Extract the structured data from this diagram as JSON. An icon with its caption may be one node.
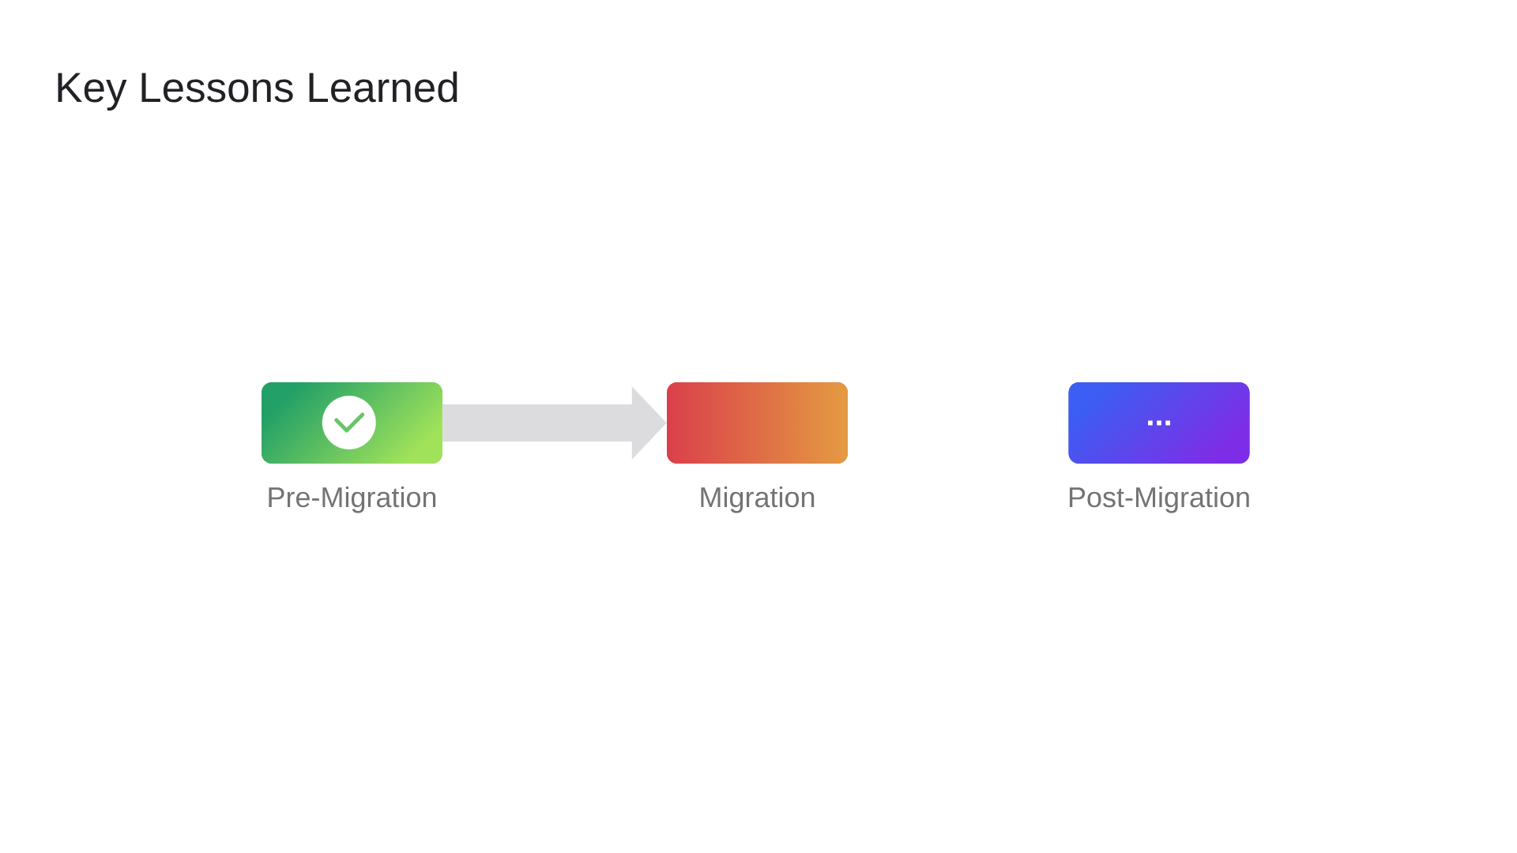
{
  "diagram": {
    "title": "Key Lessons Learned",
    "nodes": [
      {
        "text": [
          "Pre-Migration"
        ]
      },
      {
        "text": [
          "Migration"
        ]
      },
      {
        "text": [
          "...",
          "Post-Migration"
        ]
      }
    ],
    "edges": [
      {
        "from": 0,
        "to": 1,
        "arrow": "to"
      }
    ]
  }
}
